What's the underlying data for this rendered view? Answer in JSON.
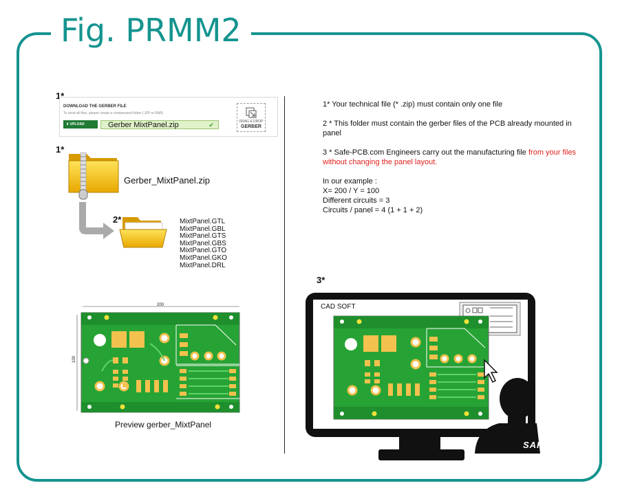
{
  "title": "Fig. PRMM2",
  "steps": {
    "s1a": "1*",
    "s1b": "1*",
    "s2": "2*",
    "s3": "3*"
  },
  "upload": {
    "heading": "DOWNLOAD THE GERBER FILE",
    "subtext": "To send all files, please create a compressed folder (.ZIP or RAR)",
    "button": "UPLOAD",
    "file": "Gerber MixtPanel.zip",
    "drop_line1": "DRAG & DROP",
    "drop_line2": "GERBER"
  },
  "zip_name": "Gerber_MixtPanel.zip",
  "gerber_files": [
    "MixtPanel.GTL",
    "MixtPanel.GBL",
    "MixtPanel.GTS",
    "MixtPanel.GBS",
    "MixtPanel.GTO",
    "MixtPanel.GKO",
    "MixtPanel.DRL"
  ],
  "preview": {
    "label": "Preview gerber_MixtPanel",
    "width_label": "200",
    "height_label": "100"
  },
  "notes": {
    "n1": "1* Your technical file (* .zip) must contain only one file",
    "n2": "2 * This folder must contain the gerber files of the PCB already mounted in panel",
    "n3_main": "3 * Safe-PCB.com Engineers carry out the manufacturing file ",
    "n3_red": "from your files without changing the panel layout.",
    "example_title": "In our example :",
    "example_xy": "X= 200 / Y = 100",
    "example_circuits": "Different circuits = 3",
    "example_panel": "Circuits / panel = 4 (1 + 1 + 2)"
  },
  "cad": {
    "label": "CAD SOFT",
    "badge": "SAFE"
  },
  "colors": {
    "accent": "#14948f",
    "pcb": "#27a335",
    "pad": "#f2c14e",
    "red": "#e0201c"
  }
}
